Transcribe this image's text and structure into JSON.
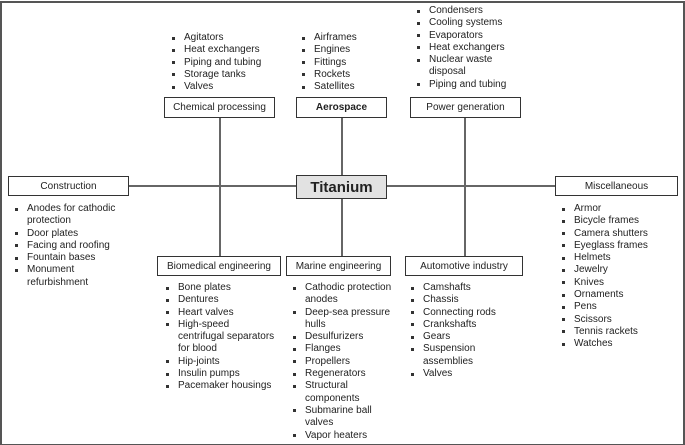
{
  "center": "Titanium",
  "nodes": {
    "chemical": {
      "label": "Chemical processing",
      "items": [
        "Agitators",
        "Heat exchangers",
        "Piping and tubing",
        "Storage tanks",
        "Valves"
      ]
    },
    "aerospace": {
      "label": "Aerospace",
      "items": [
        "Airframes",
        "Engines",
        "Fittings",
        "Rockets",
        "Satellites"
      ]
    },
    "power": {
      "label": "Power generation",
      "items": [
        "Condensers",
        "Cooling systems",
        "Evaporators",
        "Heat exchangers",
        "Nuclear waste disposal",
        "Piping and tubing"
      ]
    },
    "construction": {
      "label": "Construction",
      "items": [
        "Anodes for cathodic protection",
        "Door plates",
        "Facing and roofing",
        "Fountain bases",
        "Monument refurbishment"
      ]
    },
    "misc": {
      "label": "Miscellaneous",
      "items": [
        "Armor",
        "Bicycle frames",
        "Camera shutters",
        "Eyeglass frames",
        "Helmets",
        "Jewelry",
        "Knives",
        "Ornaments",
        "Pens",
        "Scissors",
        "Tennis rackets",
        "Watches"
      ]
    },
    "biomedical": {
      "label": "Biomedical engineering",
      "items": [
        "Bone plates",
        "Dentures",
        "Heart valves",
        "High-speed centrifugal separators for blood",
        "Hip-joints",
        "Insulin pumps",
        "Pacemaker housings"
      ]
    },
    "marine": {
      "label": "Marine engineering",
      "items": [
        "Cathodic protection anodes",
        "Deep-sea pressure hulls",
        "Desulfurizers",
        "Flanges",
        "Propellers",
        "Regenerators",
        "Structural components",
        "Submarine ball valves",
        "Vapor heaters"
      ]
    },
    "automotive": {
      "label": "Automotive industry",
      "items": [
        "Camshafts",
        "Chassis",
        "Connecting rods",
        "Crankshafts",
        "Gears",
        "Suspension assemblies",
        "Valves"
      ]
    }
  }
}
